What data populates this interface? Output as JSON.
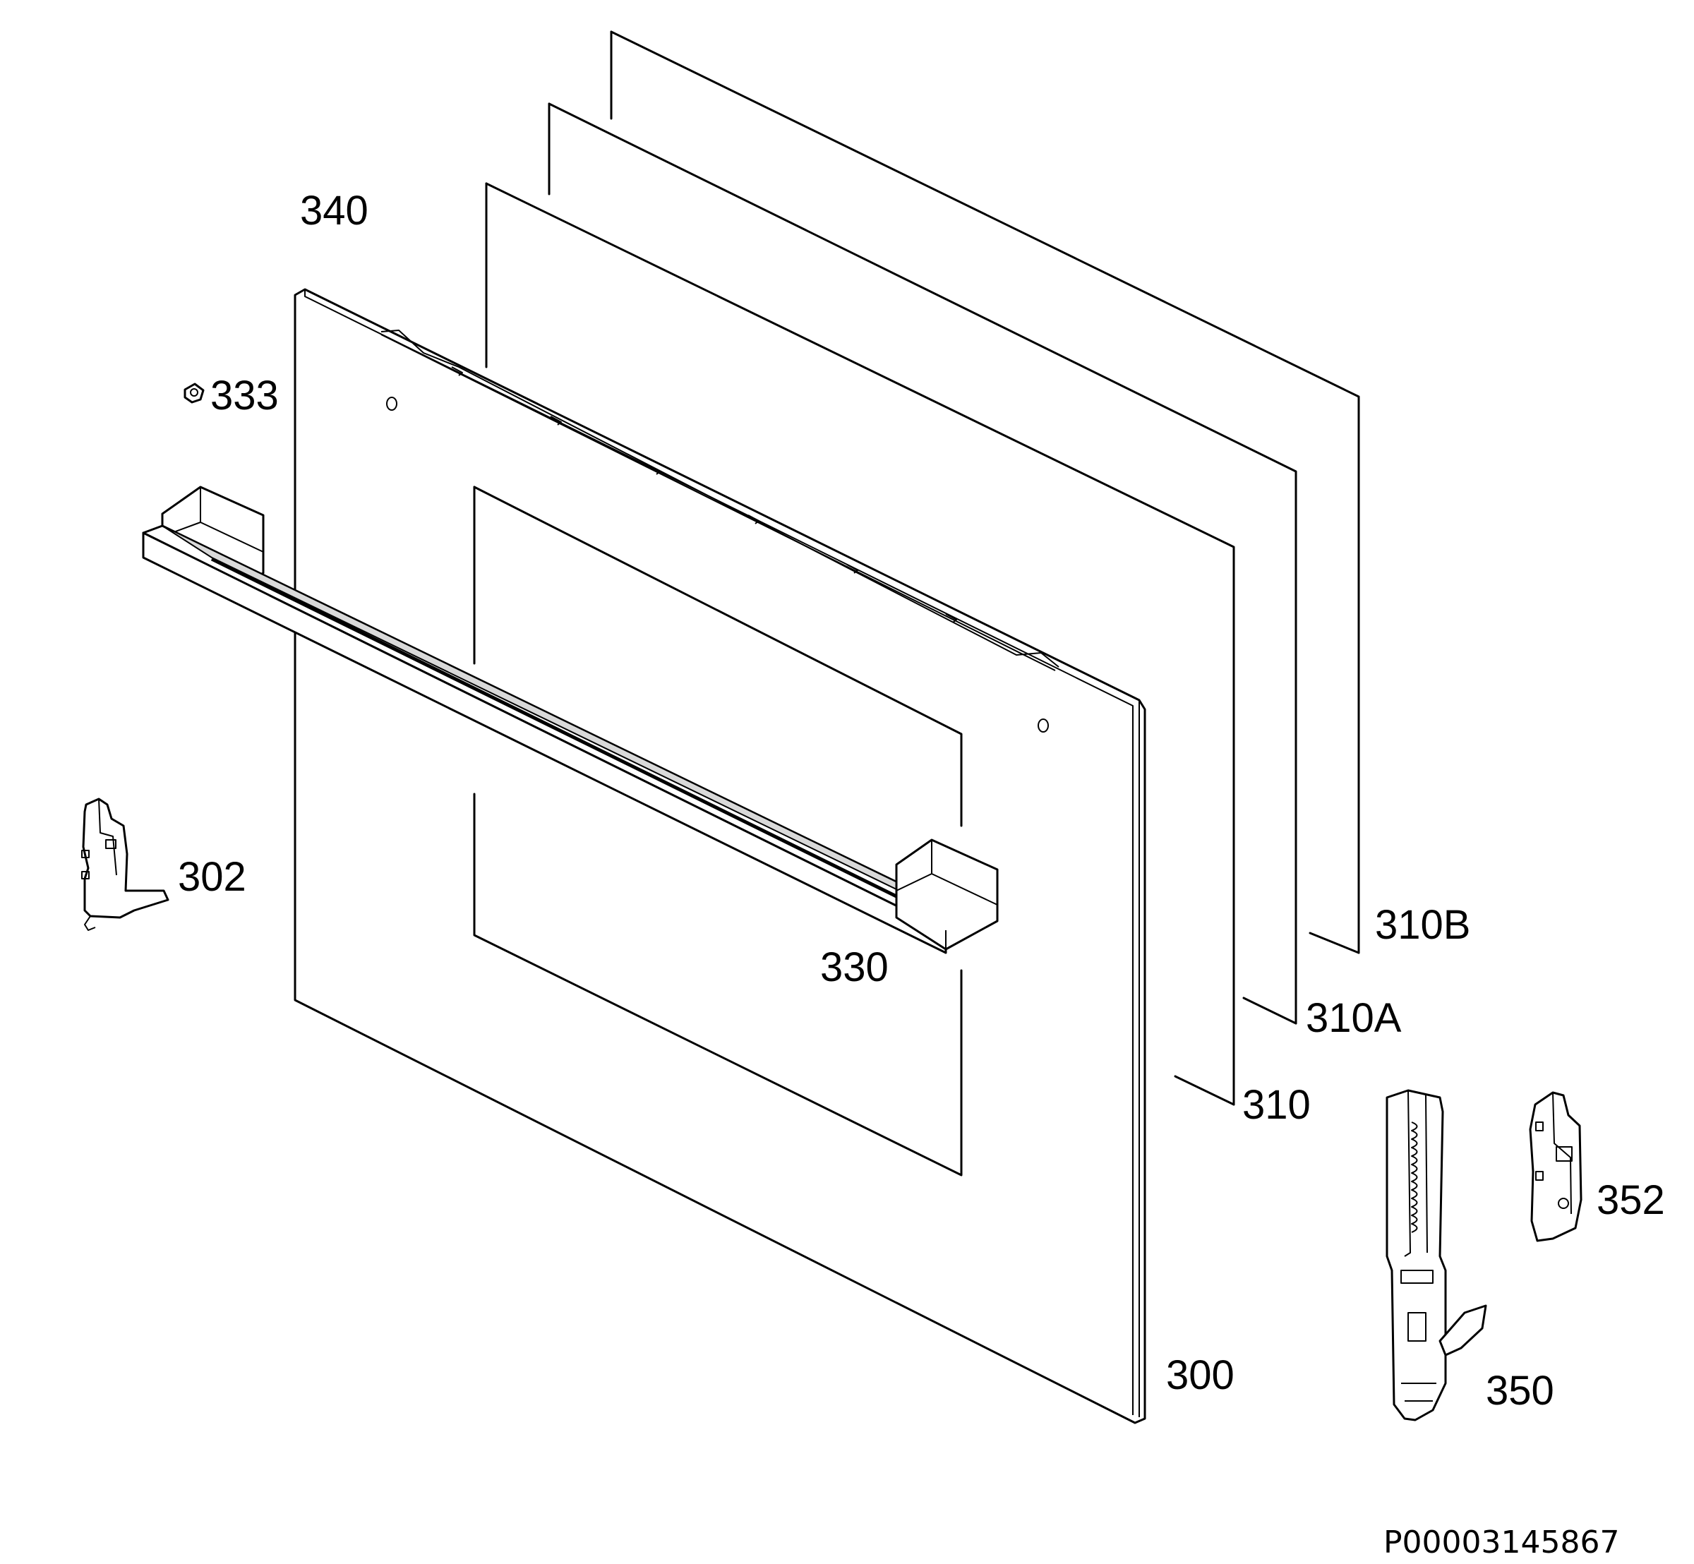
{
  "diagram": {
    "labels": {
      "glass_panel_outer": "310B",
      "glass_panel_middle": "310A",
      "glass_panel_inner": "310",
      "top_trim_profile": "340",
      "screw": "333",
      "outer_door_panel": "300",
      "handle": "330",
      "left_hinge_clip": "302",
      "door_hinge": "350",
      "hinge_receiver": "352"
    },
    "document_code": "P00003145867"
  }
}
